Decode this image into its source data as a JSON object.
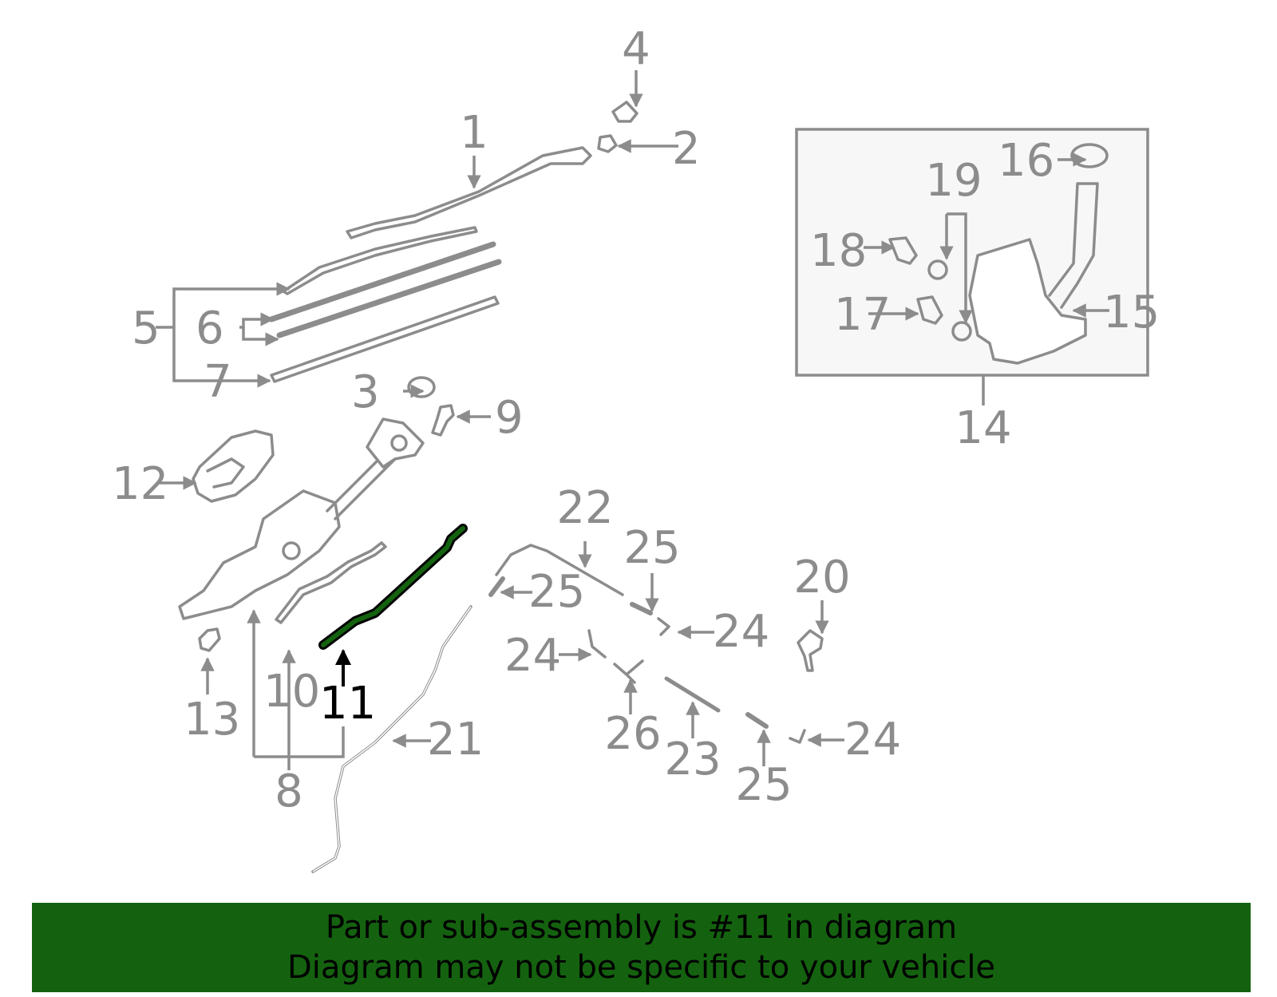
{
  "diagram": {
    "highlighted_part": "11",
    "accent_color": "#14620f",
    "callouts": {
      "c1": "1",
      "c2": "2",
      "c3": "3",
      "c4": "4",
      "c5": "5",
      "c6": "6",
      "c7": "7",
      "c8": "8",
      "c9": "9",
      "c10": "10",
      "c11": "11",
      "c12": "12",
      "c13": "13",
      "c14": "14",
      "c15": "15",
      "c16": "16",
      "c17": "17",
      "c18": "18",
      "c19": "19",
      "c20": "20",
      "c21": "21",
      "c22": "22",
      "c23": "23",
      "c24": "24",
      "c25": "25",
      "c26": "26"
    }
  },
  "banner": {
    "line1": "Part or sub-assembly is #11 in diagram",
    "line2": "Diagram may not be specific to your vehicle"
  }
}
